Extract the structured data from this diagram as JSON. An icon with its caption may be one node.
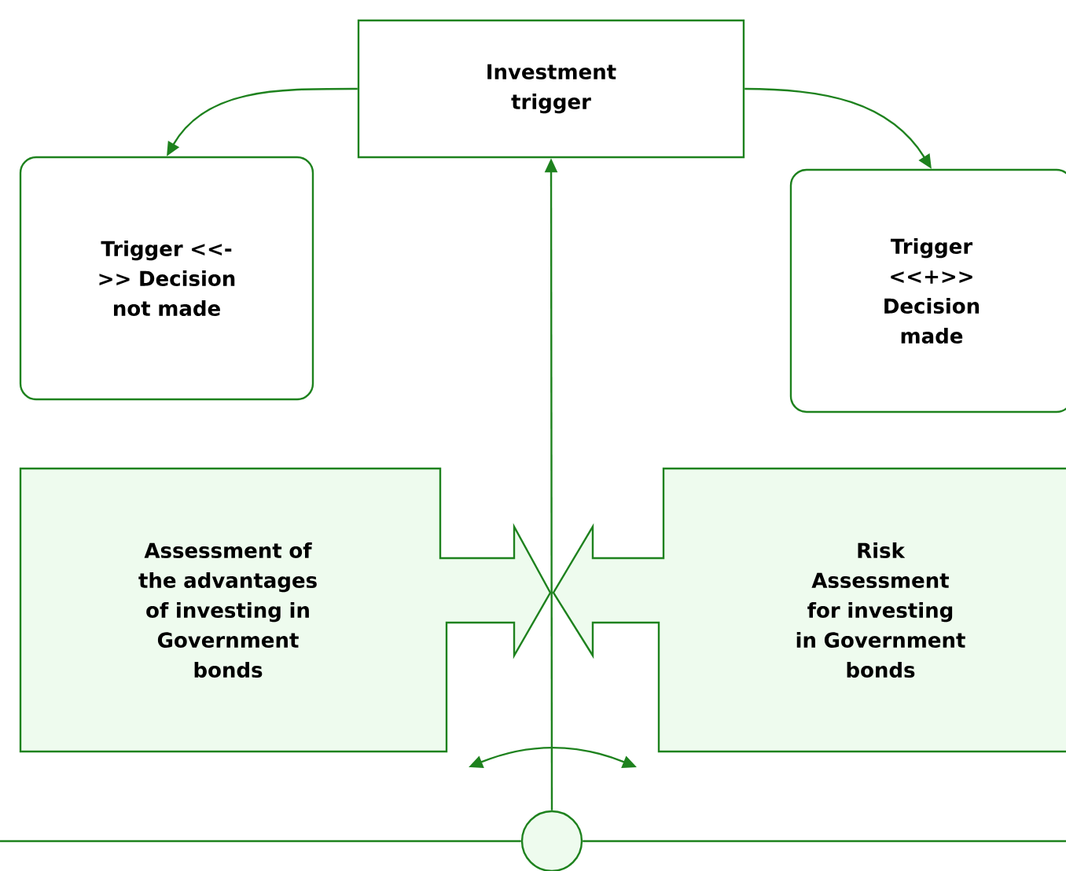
{
  "diagram": {
    "nodes": [
      {
        "text": [
          "Investment trigger"
        ]
      },
      {
        "text": [
          "Trigger <<->> Decision not made"
        ]
      },
      {
        "text": [
          "Trigger <<+>> Decision made"
        ]
      },
      {
        "text": [
          "Assessment of the advantages of investing in Government bonds"
        ]
      },
      {
        "text": [
          "Risk Assessment for investing in Government bonds"
        ]
      },
      {
        "text": [],
        "shape": "circle"
      }
    ],
    "edges": [
      {
        "from": 0,
        "to": 1,
        "arrow": "to"
      },
      {
        "from": 0,
        "to": 2,
        "arrow": "to"
      },
      {
        "from": 5,
        "to": 0,
        "arrow": "to"
      },
      {
        "from": 3,
        "to": 4,
        "arrow": "both"
      },
      {
        "from": null,
        "to": 5,
        "arrow": "none"
      },
      {
        "from": 5,
        "to": null,
        "arrow": "none"
      }
    ]
  }
}
